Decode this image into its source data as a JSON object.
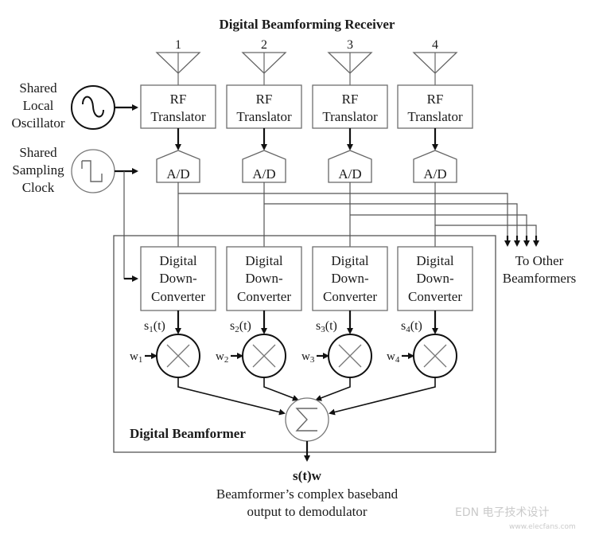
{
  "title": "Digital Beamforming Receiver",
  "oscillator": {
    "label_lines": [
      "Shared",
      "Local",
      "Oscillator"
    ],
    "icon": "sine-wave-icon"
  },
  "clock": {
    "label_lines": [
      "Shared",
      "Sampling",
      "Clock"
    ],
    "icon": "square-wave-icon"
  },
  "channels": [
    {
      "antenna": "1",
      "rf_lines": [
        "RF",
        "Translator"
      ],
      "adc": "A/D",
      "ddc_lines": [
        "Digital",
        "Down-",
        "Converter"
      ],
      "signal": "s",
      "signal_sub": "1",
      "signal_tail": "(t)",
      "weight": "w",
      "weight_sub": "1"
    },
    {
      "antenna": "2",
      "rf_lines": [
        "RF",
        "Translator"
      ],
      "adc": "A/D",
      "ddc_lines": [
        "Digital",
        "Down-",
        "Converter"
      ],
      "signal": "s",
      "signal_sub": "2",
      "signal_tail": "(t)",
      "weight": "w",
      "weight_sub": "2"
    },
    {
      "antenna": "3",
      "rf_lines": [
        "RF",
        "Translator"
      ],
      "adc": "A/D",
      "ddc_lines": [
        "Digital",
        "Down-",
        "Converter"
      ],
      "signal": "s",
      "signal_sub": "3",
      "signal_tail": "(t)",
      "weight": "w",
      "weight_sub": "3"
    },
    {
      "antenna": "4",
      "rf_lines": [
        "RF",
        "Translator"
      ],
      "adc": "A/D",
      "ddc_lines": [
        "Digital",
        "Down-",
        "Converter"
      ],
      "signal": "s",
      "signal_sub": "4",
      "signal_tail": "(t)",
      "weight": "w",
      "weight_sub": "4"
    }
  ],
  "to_other": {
    "lines": [
      "To Other",
      "Beamformers"
    ]
  },
  "beamformer_label": "Digital Beamformer",
  "summer_symbol": "Σ",
  "output": {
    "formula": "s(t)w",
    "desc_lines": [
      "Beamformer’s complex baseband",
      "output  to demodulator"
    ]
  },
  "watermark": {
    "text": "EDN 电子技术设计",
    "url_text": "www.elecfans.com"
  }
}
